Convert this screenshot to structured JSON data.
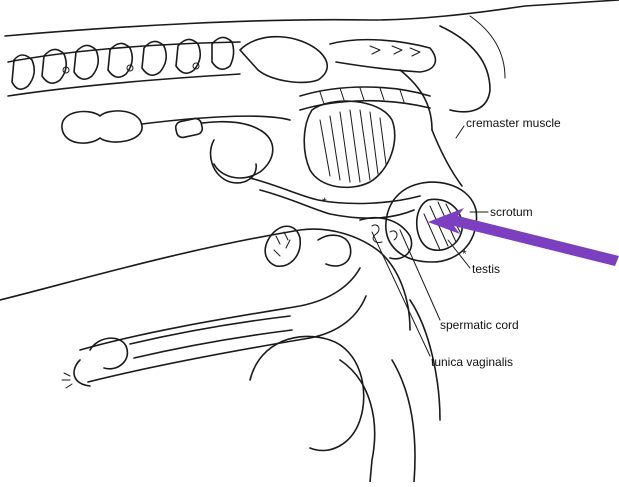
{
  "labels": {
    "cremaster_muscle": "cremaster muscle",
    "scrotum": "scrotum",
    "testis": "testis",
    "spermatic_cord": "spermatic cord",
    "tunica_vaginalis": "tunica vaginalis"
  },
  "annotations": {
    "asterisk_1": "*",
    "asterisk_2": "*"
  },
  "colors": {
    "ink": "#1a1a1a",
    "background": "#ffffff",
    "pointer_arrow": "#7b3fbf"
  },
  "pointer_arrow": {
    "icon": "arrow-left-icon",
    "points_to": "scrotum"
  }
}
